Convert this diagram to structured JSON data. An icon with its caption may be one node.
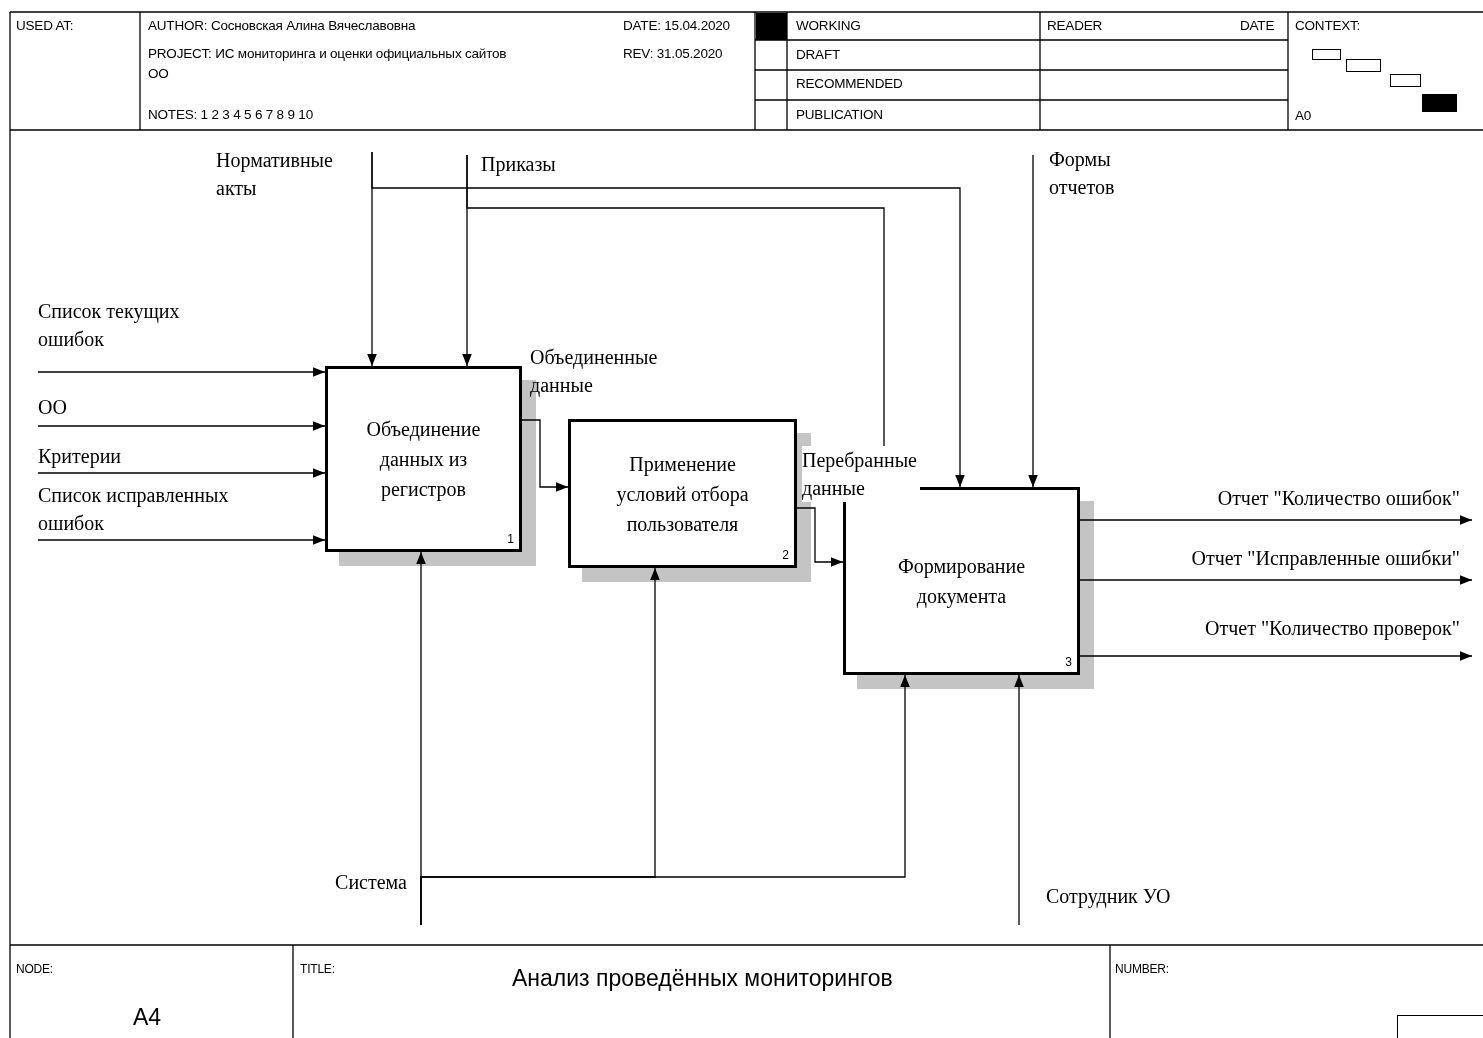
{
  "diagram": {
    "title": "Анализ проведённых мониторингов",
    "nodes": [
      {
        "text": [
          "Объединение данных из регистров",
          "1"
        ]
      },
      {
        "text": [
          "Применение условий отбора пользователя",
          "2"
        ]
      },
      {
        "text": [
          "Формирование документа",
          "3"
        ]
      },
      {
        "text": [
          "Нормативные акты"
        ]
      },
      {
        "text": [
          "Приказы"
        ]
      },
      {
        "text": [
          "Формы отчетов"
        ]
      },
      {
        "text": [
          "Система"
        ]
      },
      {
        "text": [
          "Сотрудник УО"
        ]
      }
    ],
    "edges": [
      {
        "from": null,
        "to": 0,
        "arrow": "to",
        "label": "Список текущих ошибок"
      },
      {
        "from": null,
        "to": 0,
        "arrow": "to",
        "label": "ОО"
      },
      {
        "from": null,
        "to": 0,
        "arrow": "to",
        "label": "Критерии"
      },
      {
        "from": null,
        "to": 0,
        "arrow": "to",
        "label": "Список исправленных ошибок"
      },
      {
        "from": 3,
        "to": 0,
        "arrow": "to"
      },
      {
        "from": 3,
        "to": 2,
        "arrow": "to"
      },
      {
        "from": 4,
        "to": 0,
        "arrow": "to"
      },
      {
        "from": 4,
        "to": 2,
        "arrow": "to"
      },
      {
        "from": 5,
        "to": 2,
        "arrow": "to"
      },
      {
        "from": 0,
        "to": 1,
        "arrow": "to",
        "label": "Объединенные данные"
      },
      {
        "from": 1,
        "to": 2,
        "arrow": "to",
        "label": "Перебранные данные"
      },
      {
        "from": 2,
        "to": null,
        "arrow": "to",
        "label": "Отчет \"Количество ошибок\""
      },
      {
        "from": 2,
        "to": null,
        "arrow": "to",
        "label": "Отчет \"Исправленные ошибки\""
      },
      {
        "from": 2,
        "to": null,
        "arrow": "to",
        "label": "Отчет \"Количество проверок\""
      },
      {
        "from": 6,
        "to": 0,
        "arrow": "to"
      },
      {
        "from": 6,
        "to": 1,
        "arrow": "to"
      },
      {
        "from": 6,
        "to": 2,
        "arrow": "to"
      },
      {
        "from": 7,
        "to": 2,
        "arrow": "to"
      }
    ],
    "labels": [
      "USED AT:",
      "AUTHOR: Сосновская Алина Вячеславовна",
      "DATE: 15.04.2020",
      "WORKING",
      "READER",
      "DATE",
      "CONTEXT:",
      "DRAFT",
      "PROJECT: ИС мониторинга и оценки официальных сайтов ОО",
      "REV: 31.05.2020",
      "RECOMMENDED",
      "NOTES: 1 2 3 4 5 6 7 8 9 10",
      "PUBLICATION",
      "A0",
      "NODE:",
      "TITLE:",
      "NUMBER:",
      "A4"
    ]
  }
}
